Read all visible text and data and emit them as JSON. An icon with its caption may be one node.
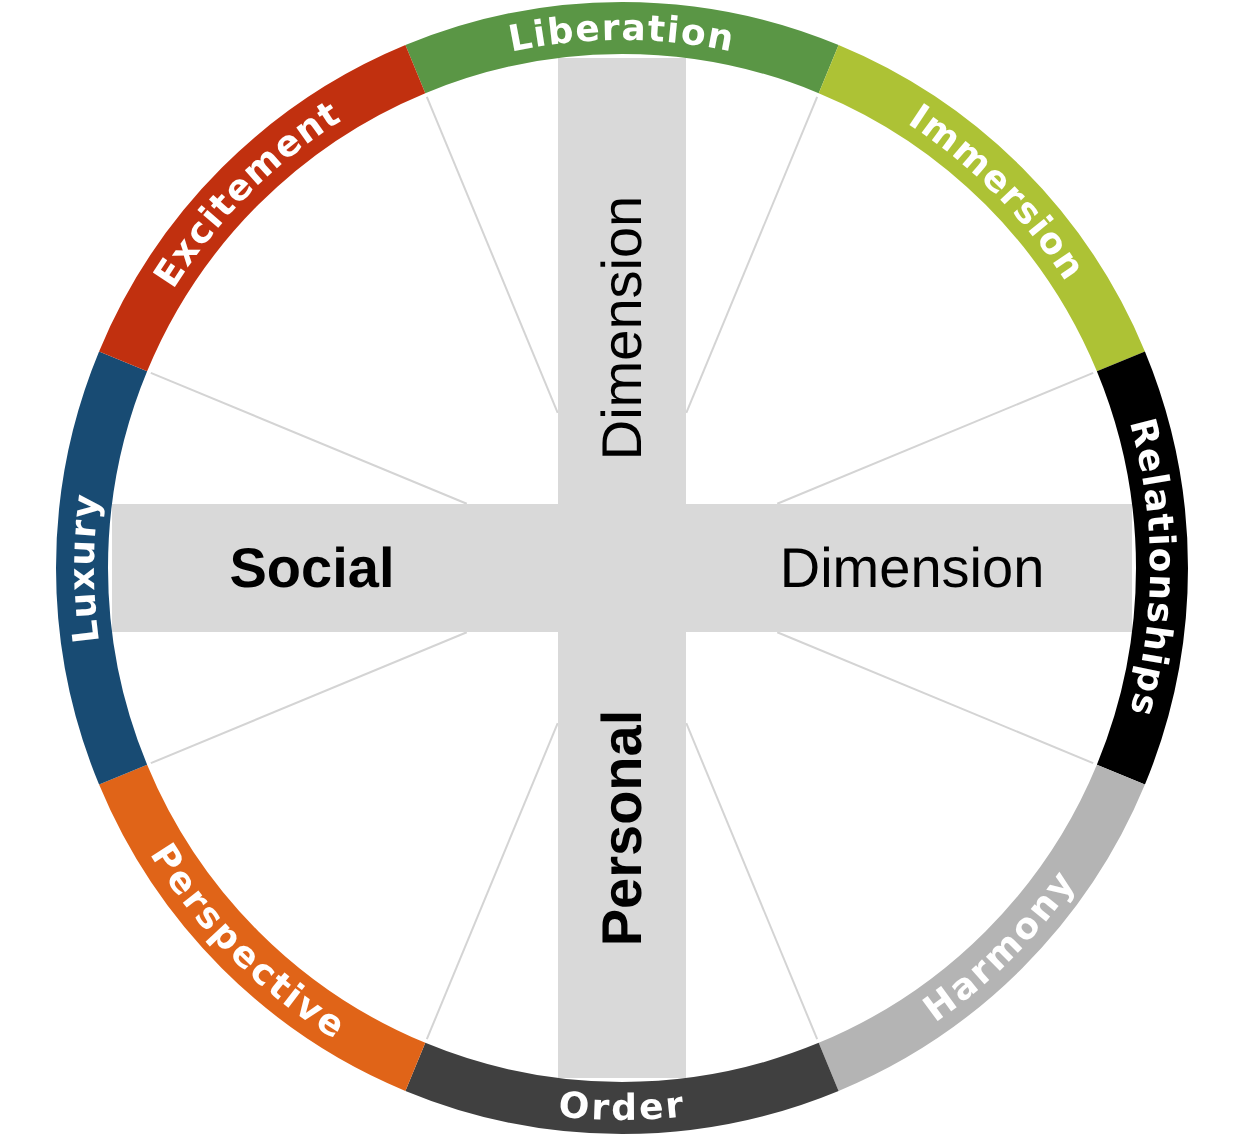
{
  "diagram": {
    "nodes": [
      {
        "text": [
          "Liberation"
        ]
      },
      {
        "text": [
          "Immersion"
        ]
      },
      {
        "text": [
          "Relationships"
        ]
      },
      {
        "text": [
          "Harmony"
        ]
      },
      {
        "text": [
          "Order"
        ]
      },
      {
        "text": [
          "Perspective"
        ]
      },
      {
        "text": [
          "Luxury"
        ]
      },
      {
        "text": [
          "Excitement"
        ]
      },
      {
        "text": [
          "Social",
          "Dimension"
        ]
      },
      {
        "text": [
          "Personal",
          "Dimension"
        ]
      }
    ]
  }
}
